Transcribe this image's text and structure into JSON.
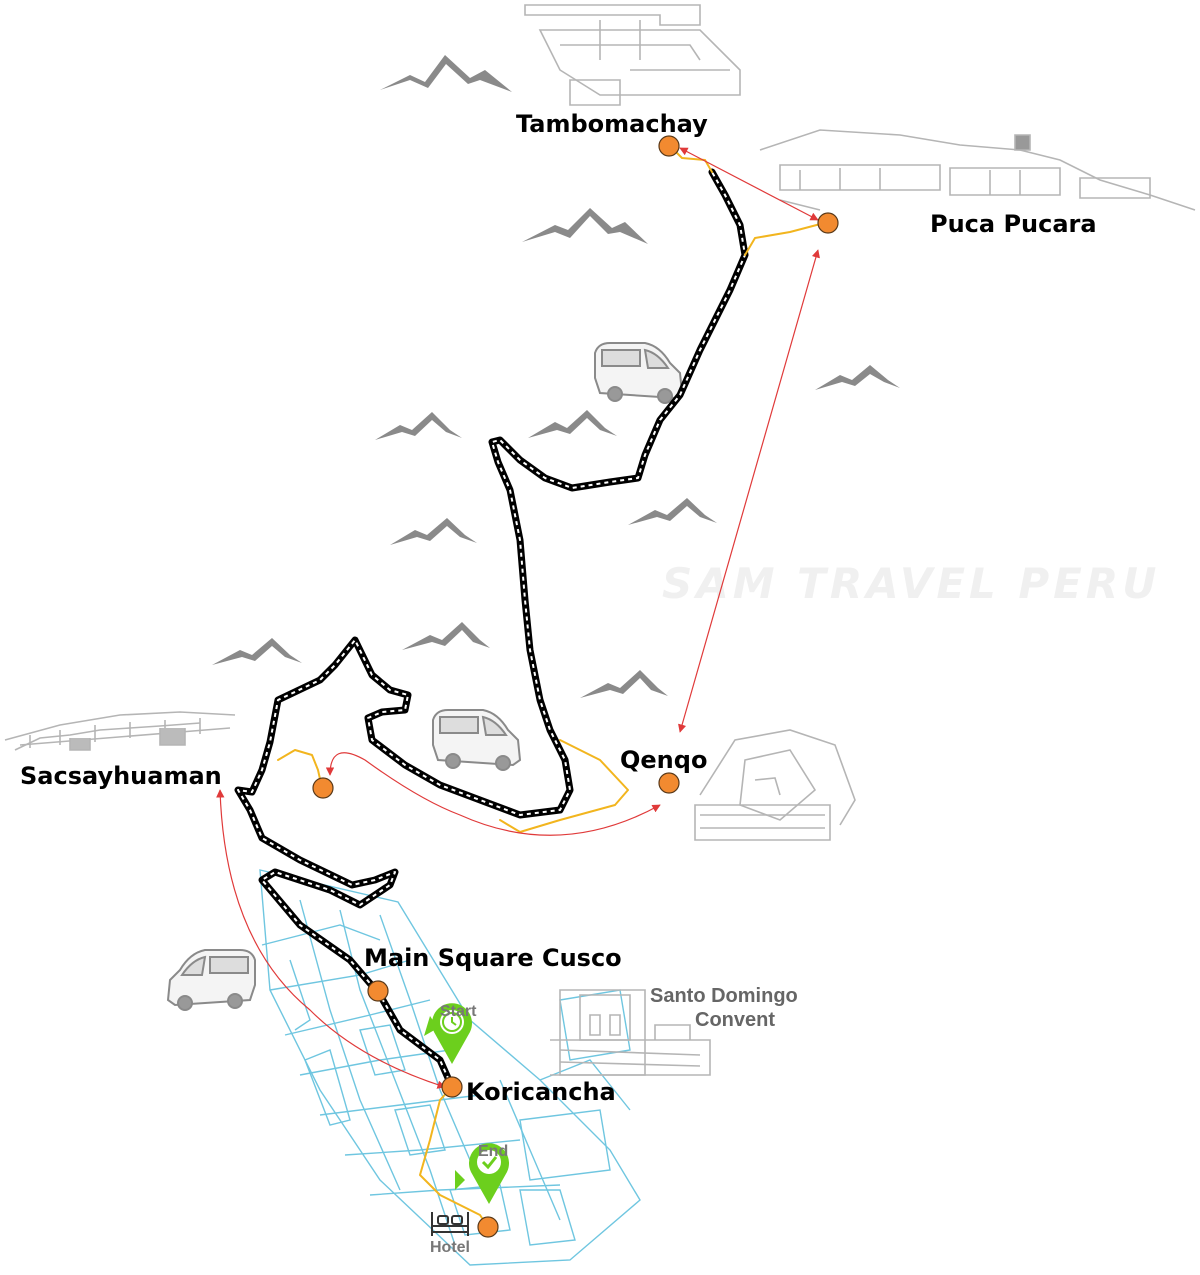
{
  "watermark": "SAM TRAVEL PERU",
  "places": {
    "tambomachay": "Tambomachay",
    "puca_pucara": "Puca Pucara",
    "qenqo": "Qenqo",
    "sacsayhuaman": "Sacsayhuaman",
    "main_square": "Main Square Cusco",
    "koricancha": "Koricancha",
    "santo_domingo_line1": "Santo Domingo",
    "santo_domingo_line2": "Convent"
  },
  "markers": {
    "start": "Start",
    "end": "End",
    "hotel": "Hotel"
  },
  "colors": {
    "poi": "#f28a30",
    "pin": "#6ccf1d",
    "road": "#000000",
    "walk_path": "#f2b51e",
    "connection": "#e03a3a",
    "streets": "#6fc6e0"
  },
  "icons": {
    "start_pin": "clock-pin-icon",
    "end_pin": "check-pin-icon",
    "hotel": "bed-icon",
    "vehicle": "van-icon",
    "terrain": "mountain-icon"
  }
}
